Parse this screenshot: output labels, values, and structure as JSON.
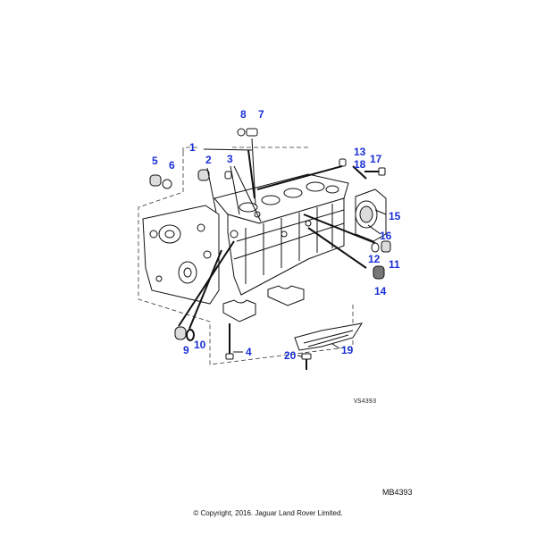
{
  "callouts": [
    {
      "id": "1",
      "text": "1"
    },
    {
      "id": "2",
      "text": "2"
    },
    {
      "id": "3",
      "text": "3"
    },
    {
      "id": "4",
      "text": "4"
    },
    {
      "id": "5",
      "text": "5"
    },
    {
      "id": "6",
      "text": "6"
    },
    {
      "id": "7",
      "text": "7"
    },
    {
      "id": "8",
      "text": "8"
    },
    {
      "id": "9",
      "text": "9"
    },
    {
      "id": "10",
      "text": "10"
    },
    {
      "id": "11",
      "text": "11"
    },
    {
      "id": "12",
      "text": "12"
    },
    {
      "id": "13",
      "text": "13"
    },
    {
      "id": "14",
      "text": "14"
    },
    {
      "id": "15",
      "text": "15"
    },
    {
      "id": "16",
      "text": "16"
    },
    {
      "id": "17",
      "text": "17"
    },
    {
      "id": "18",
      "text": "18"
    },
    {
      "id": "19",
      "text": "19"
    },
    {
      "id": "20",
      "text": "20"
    }
  ],
  "drawing_ref": "VS4393",
  "diagram_id": "MB4393",
  "copyright": "© Copyright, 2016. Jaguar Land Rover Limited.",
  "colors": {
    "callout": "#1a2fd6",
    "line": "#111111"
  }
}
